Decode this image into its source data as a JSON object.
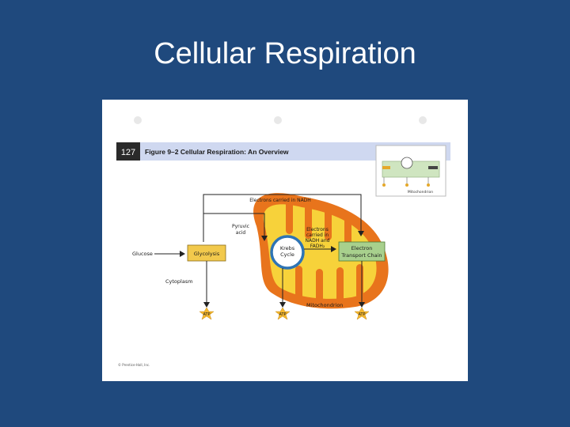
{
  "slide": {
    "title": "Cellular Respiration"
  },
  "figure": {
    "number": "127",
    "caption": "Figure 9–2 Cellular Respiration: An Overview",
    "inset_label": "Mitochondrion",
    "labels": {
      "electrons_nadh": "Electrons carried in NADH",
      "pyruvic_acid_1": "Pyruvic",
      "pyruvic_acid_2": "acid",
      "glucose": "Glucose",
      "glycolysis": "Glycolysis",
      "krebs_1": "Krebs",
      "krebs_2": "Cycle",
      "electrons_nadh_fadh2_1": "Electrons",
      "electrons_nadh_fadh2_2": "carried in",
      "electrons_nadh_fadh2_3": "NADH and",
      "electrons_nadh_fadh2_4": "FADH₂",
      "etc_1": "Electron",
      "etc_2": "Transport Chain",
      "cytoplasm": "Cytoplasm",
      "mitochondrion": "Mitochondrion",
      "atp": "ATP",
      "copyright": "© Prentice-Hall, Inc."
    },
    "colors": {
      "outer_membrane": "#e8741c",
      "inner_matrix": "#f7d23a",
      "process_box": "#f2c94c",
      "etc_box": "#a8d08d",
      "krebs_ring": "#2e74b5",
      "atp_star": "#f5b82e",
      "header_bar": "#cfd8f0"
    }
  }
}
